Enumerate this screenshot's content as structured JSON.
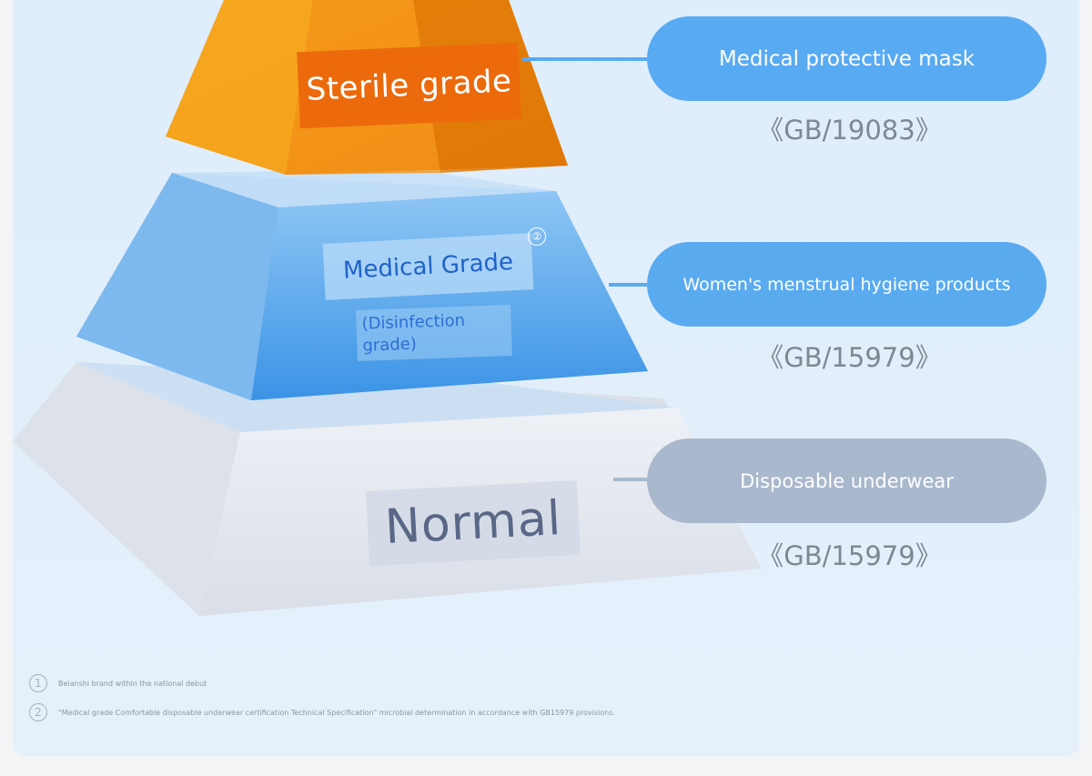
{
  "pyramid": {
    "top_label": "Sterile grade",
    "middle_label": "Medical Grade",
    "middle_marker": "②",
    "middle_sublabel": "(Disinfection grade)",
    "bottom_label": "Normal"
  },
  "items": [
    {
      "product": "Medical protective mask",
      "standard": "《GB/19083》"
    },
    {
      "product": "Women's menstrual hygiene products",
      "standard": "《GB/15979》"
    },
    {
      "product": "Disposable underwear",
      "standard": "《GB/15979》"
    }
  ],
  "footnotes": [
    {
      "marker": "1",
      "text": "Beianshi brand within the national debut"
    },
    {
      "marker": "2",
      "text": "\"Medical grade Comfortable disposable underwear certification Technical Specification\" microbial determination in accordance with GB15979 provisions."
    }
  ],
  "colors": {
    "sterile": "#ec6a0c",
    "medical": "#58aaf2",
    "normal": "#a9b8cd",
    "standard_text": "#7f8793"
  }
}
